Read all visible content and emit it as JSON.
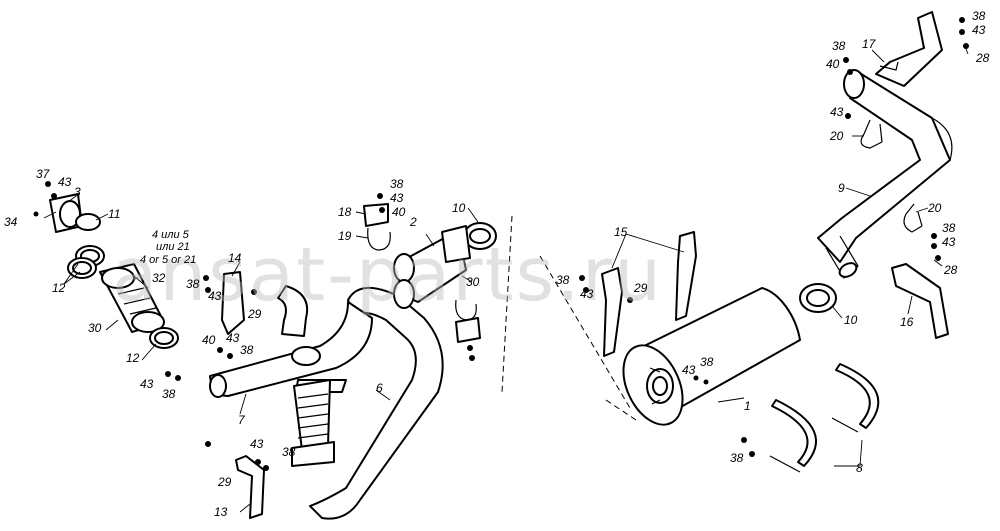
{
  "watermark": "ansat-parts.ru",
  "notes": [
    "4 или 5",
    "или 21",
    "4 or 5 or 21"
  ],
  "callouts": [
    {
      "id": "c1",
      "text": "1"
    },
    {
      "id": "c2",
      "text": "2"
    },
    {
      "id": "c3",
      "text": "3"
    },
    {
      "id": "c6",
      "text": "6"
    },
    {
      "id": "c7",
      "text": "7"
    },
    {
      "id": "c8",
      "text": "8"
    },
    {
      "id": "c9",
      "text": "9"
    },
    {
      "id": "c10a",
      "text": "10"
    },
    {
      "id": "c10b",
      "text": "10"
    },
    {
      "id": "c11",
      "text": "11"
    },
    {
      "id": "c12a",
      "text": "12"
    },
    {
      "id": "c12b",
      "text": "12"
    },
    {
      "id": "c13",
      "text": "13"
    },
    {
      "id": "c14",
      "text": "14"
    },
    {
      "id": "c15",
      "text": "15"
    },
    {
      "id": "c16",
      "text": "16"
    },
    {
      "id": "c17",
      "text": "17"
    },
    {
      "id": "c18",
      "text": "18"
    },
    {
      "id": "c19",
      "text": "19"
    },
    {
      "id": "c20a",
      "text": "20"
    },
    {
      "id": "c20b",
      "text": "20"
    },
    {
      "id": "c28a",
      "text": "28"
    },
    {
      "id": "c28b",
      "text": "28"
    },
    {
      "id": "c29a",
      "text": "29"
    },
    {
      "id": "c29b",
      "text": "29"
    },
    {
      "id": "c29c",
      "text": "29"
    },
    {
      "id": "c30a",
      "text": "30"
    },
    {
      "id": "c30b",
      "text": "30"
    },
    {
      "id": "c32",
      "text": "32"
    },
    {
      "id": "c34",
      "text": "34"
    },
    {
      "id": "c37",
      "text": "37"
    },
    {
      "id": "c38a",
      "text": "38"
    },
    {
      "id": "c38b",
      "text": "38"
    },
    {
      "id": "c38c",
      "text": "38"
    },
    {
      "id": "c38d",
      "text": "38"
    },
    {
      "id": "c38e",
      "text": "38"
    },
    {
      "id": "c38f",
      "text": "38"
    },
    {
      "id": "c38g",
      "text": "38"
    },
    {
      "id": "c38h",
      "text": "38"
    },
    {
      "id": "c38i",
      "text": "38"
    },
    {
      "id": "c38j",
      "text": "38"
    },
    {
      "id": "c38k",
      "text": "38"
    },
    {
      "id": "c40a",
      "text": "40"
    },
    {
      "id": "c40b",
      "text": "40"
    },
    {
      "id": "c40c",
      "text": "40"
    },
    {
      "id": "c43a",
      "text": "43"
    },
    {
      "id": "c43b",
      "text": "43"
    },
    {
      "id": "c43c",
      "text": "43"
    },
    {
      "id": "c43d",
      "text": "43"
    },
    {
      "id": "c43e",
      "text": "43"
    },
    {
      "id": "c43f",
      "text": "43"
    },
    {
      "id": "c43g",
      "text": "43"
    },
    {
      "id": "c43h",
      "text": "43"
    },
    {
      "id": "c43i",
      "text": "43"
    },
    {
      "id": "c43j",
      "text": "43"
    },
    {
      "id": "c43k",
      "text": "43"
    }
  ]
}
